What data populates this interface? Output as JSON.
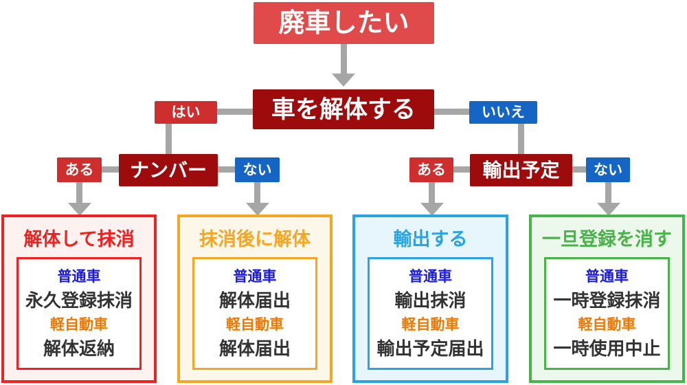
{
  "flowchart": {
    "start": {
      "label": "廃車したい"
    },
    "q_dismantle": {
      "label": "車を解体する",
      "yes": "はい",
      "no": "いいえ"
    },
    "q_number_plate": {
      "label": "ナンバー",
      "have": "ある",
      "not_have": "ない"
    },
    "q_export_plan": {
      "label": "輸出予定",
      "have": "ある",
      "not_have": "ない"
    }
  },
  "cards": [
    {
      "title": "解体して抹消",
      "regular_car_label": "普通車",
      "regular_car_procedure": "永久登録抹消",
      "kei_car_label": "軽自動車",
      "kei_car_procedure": "解体返納",
      "theme_color": "#f32020",
      "background_color": "#fdf2ef"
    },
    {
      "title": "抹消後に解体",
      "regular_car_label": "普通車",
      "regular_car_procedure": "解体届出",
      "kei_car_label": "軽自動車",
      "kei_car_procedure": "解体届出",
      "theme_color": "#f5a623",
      "background_color": "#fdf7ea"
    },
    {
      "title": "輸出する",
      "regular_car_label": "普通車",
      "regular_car_procedure": "輸出抹消",
      "kei_car_label": "軽自動車",
      "kei_car_procedure": "輸出予定届出",
      "theme_color": "#29a3e2",
      "background_color": "#e7f5fc"
    },
    {
      "title": "一旦登録を消す",
      "regular_car_label": "普通車",
      "regular_car_procedure": "一時登録抹消",
      "kei_car_label": "軽自動車",
      "kei_car_procedure": "一時使用中止",
      "theme_color": "#46b446",
      "background_color": "#ecf8ec"
    }
  ],
  "colors": {
    "start_box": "#e04a4a",
    "question_box": "#9e0b0c",
    "yes_box": "#cf2e2e",
    "no_box": "#1565c5",
    "connector": "#a6a6a6",
    "regular_car_label": "#1b1ae0",
    "kei_car_label": "#f07800",
    "procedure_text": "#333333"
  }
}
